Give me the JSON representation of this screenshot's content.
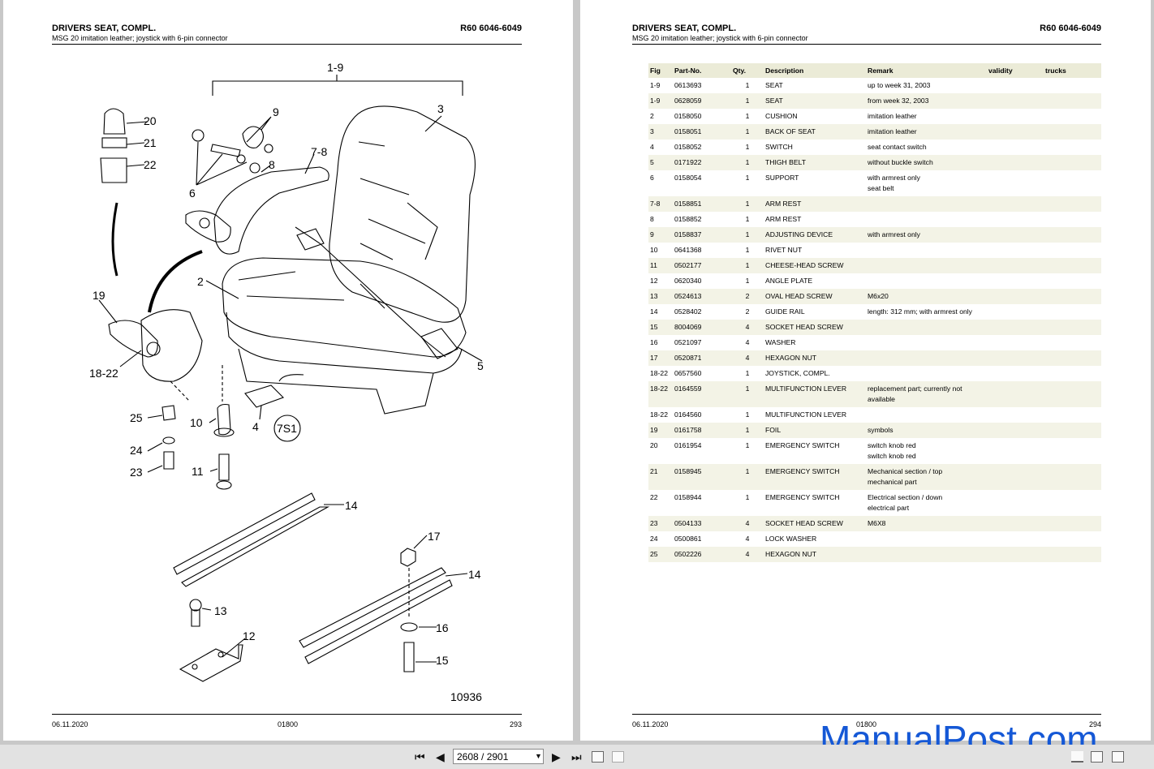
{
  "left_page": {
    "title": "DRIVERS SEAT, COMPL.",
    "subtitle": "MSG 20 imitation leather; joystick with 6-pin connector",
    "ref": "R60 6046-6049",
    "footer_date": "06.11.2020",
    "footer_code": "01800",
    "footer_page": "293",
    "drawing_number": "10936",
    "callouts": [
      "1-9",
      "3",
      "9",
      "20",
      "21",
      "22",
      "7-8",
      "6",
      "8",
      "2",
      "19",
      "18-22",
      "5",
      "25",
      "10",
      "4",
      "7S1",
      "24",
      "23",
      "11",
      "14",
      "17",
      "14",
      "13",
      "16",
      "12",
      "15"
    ]
  },
  "right_page": {
    "title": "DRIVERS SEAT, COMPL.",
    "subtitle": "MSG 20 imitation leather; joystick with 6-pin connector",
    "ref": "R60 6046-6049",
    "footer_date": "06.11.2020",
    "footer_code": "01800",
    "footer_page": "294",
    "columns": [
      "Fig",
      "Part-No.",
      "Qty.",
      "Description",
      "Remark",
      "validity",
      "trucks"
    ],
    "rows": [
      {
        "fig": "1-9",
        "part": "0613693",
        "qty": "1",
        "desc": "SEAT",
        "remark": "up to week 31, 2003",
        "remark2": ""
      },
      {
        "fig": "1-9",
        "part": "0628059",
        "qty": "1",
        "desc": "SEAT",
        "remark": "from week 32, 2003",
        "remark2": ""
      },
      {
        "fig": "2",
        "part": "0158050",
        "qty": "1",
        "desc": "CUSHION",
        "remark": "imitation leather",
        "remark2": ""
      },
      {
        "fig": "3",
        "part": "0158051",
        "qty": "1",
        "desc": "BACK OF SEAT",
        "remark": "imitation leather",
        "remark2": ""
      },
      {
        "fig": "4",
        "part": "0158052",
        "qty": "1",
        "desc": "SWITCH",
        "remark": "seat contact switch",
        "remark2": ""
      },
      {
        "fig": "5",
        "part": "0171922",
        "qty": "1",
        "desc": "THIGH BELT",
        "remark": "without buckle switch",
        "remark2": ""
      },
      {
        "fig": "6",
        "part": "0158054",
        "qty": "1",
        "desc": "SUPPORT",
        "remark": "with armrest only",
        "remark2": "seat belt"
      },
      {
        "fig": "7-8",
        "part": "0158851",
        "qty": "1",
        "desc": "ARM REST",
        "remark": "",
        "remark2": ""
      },
      {
        "fig": "8",
        "part": "0158852",
        "qty": "1",
        "desc": "ARM REST",
        "remark": "",
        "remark2": ""
      },
      {
        "fig": "9",
        "part": "0158837",
        "qty": "1",
        "desc": "ADJUSTING DEVICE",
        "remark": "with armrest only",
        "remark2": ""
      },
      {
        "fig": "10",
        "part": "0641368",
        "qty": "1",
        "desc": "RIVET NUT",
        "remark": "",
        "remark2": ""
      },
      {
        "fig": "11",
        "part": "0502177",
        "qty": "1",
        "desc": "CHEESE-HEAD SCREW",
        "remark": "",
        "remark2": ""
      },
      {
        "fig": "12",
        "part": "0620340",
        "qty": "1",
        "desc": "ANGLE PLATE",
        "remark": "",
        "remark2": ""
      },
      {
        "fig": "13",
        "part": "0524613",
        "qty": "2",
        "desc": "OVAL HEAD SCREW",
        "remark": "M6x20",
        "remark2": ""
      },
      {
        "fig": "14",
        "part": "0528402",
        "qty": "2",
        "desc": "GUIDE RAIL",
        "remark": "length: 312 mm; with armrest only",
        "remark2": ""
      },
      {
        "fig": "15",
        "part": "8004069",
        "qty": "4",
        "desc": "SOCKET HEAD SCREW",
        "remark": "",
        "remark2": ""
      },
      {
        "fig": "16",
        "part": "0521097",
        "qty": "4",
        "desc": "WASHER",
        "remark": "",
        "remark2": ""
      },
      {
        "fig": "17",
        "part": "0520871",
        "qty": "4",
        "desc": "HEXAGON NUT",
        "remark": "",
        "remark2": ""
      },
      {
        "fig": "18-22",
        "part": "0657560",
        "qty": "1",
        "desc": "JOYSTICK, COMPL.",
        "remark": "",
        "remark2": ""
      },
      {
        "fig": "18-22",
        "part": "0164559",
        "qty": "1",
        "desc": "MULTIFUNCTION LEVER",
        "remark": "replacement part; currently not",
        "remark2": "available"
      },
      {
        "fig": "18-22",
        "part": "0164560",
        "qty": "1",
        "desc": "MULTIFUNCTION LEVER",
        "remark": "",
        "remark2": ""
      },
      {
        "fig": "19",
        "part": "0161758",
        "qty": "1",
        "desc": "FOIL",
        "remark": "symbols",
        "remark2": ""
      },
      {
        "fig": "20",
        "part": "0161954",
        "qty": "1",
        "desc": "EMERGENCY SWITCH",
        "remark": "switch knob red",
        "remark2": "switch knob red"
      },
      {
        "fig": "21",
        "part": "0158945",
        "qty": "1",
        "desc": "EMERGENCY SWITCH",
        "remark": "Mechanical section / top",
        "remark2": "mechanical part"
      },
      {
        "fig": "22",
        "part": "0158944",
        "qty": "1",
        "desc": "EMERGENCY SWITCH",
        "remark": "Electrical section / down",
        "remark2": "electrical part"
      },
      {
        "fig": "23",
        "part": "0504133",
        "qty": "4",
        "desc": "SOCKET HEAD SCREW",
        "remark": "M6X8",
        "remark2": ""
      },
      {
        "fig": "24",
        "part": "0500861",
        "qty": "4",
        "desc": "LOCK WASHER",
        "remark": "",
        "remark2": ""
      },
      {
        "fig": "25",
        "part": "0502226",
        "qty": "4",
        "desc": "HEXAGON NUT",
        "remark": "",
        "remark2": ""
      }
    ]
  },
  "toolbar": {
    "page_value": "2608 / 2901",
    "icons": [
      "first-page-icon",
      "previous-page-icon",
      "next-page-icon",
      "last-page-icon",
      "fit-page-icon",
      "fit-width-icon",
      "thumbnails-icon",
      "bookmarks-icon",
      "single-page-icon"
    ]
  },
  "watermark": "ManualPost.com",
  "colors": {
    "table_header": "#ebebd7",
    "table_alt_row": "#f3f3e6",
    "watermark": "#1558d6",
    "viewer_bg": "#c8c8c8"
  }
}
